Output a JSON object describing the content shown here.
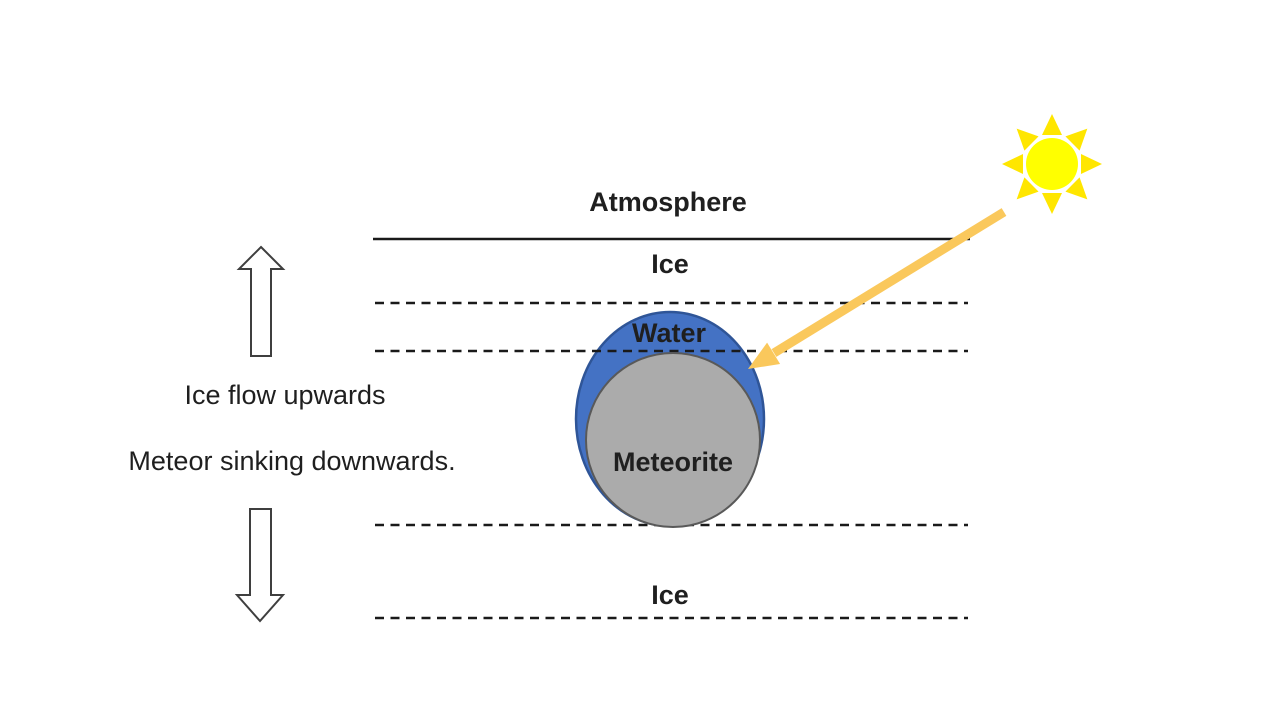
{
  "labels": {
    "atmosphere": "Atmosphere",
    "ice_top": "Ice",
    "water": "Water",
    "meteorite": "Meteorite",
    "ice_bottom": "Ice",
    "ice_flow": "Ice flow upwards",
    "meteor_sinking": "Meteor sinking downwards."
  },
  "colors": {
    "background": "#ffffff",
    "line": "#1a1a1a",
    "text": "#1f1f1f",
    "water_fill": "#4472C4",
    "water_stroke": "#2F5597",
    "meteorite_fill": "#ABABAB",
    "meteorite_stroke": "#595959",
    "sun_core": "#FFFF00",
    "sun_rays": "#FFE600",
    "sun_ray_arrow": "#FAC85C",
    "block_arrow_fill": "#ffffff",
    "block_arrow_stroke": "#3f3f3f"
  }
}
